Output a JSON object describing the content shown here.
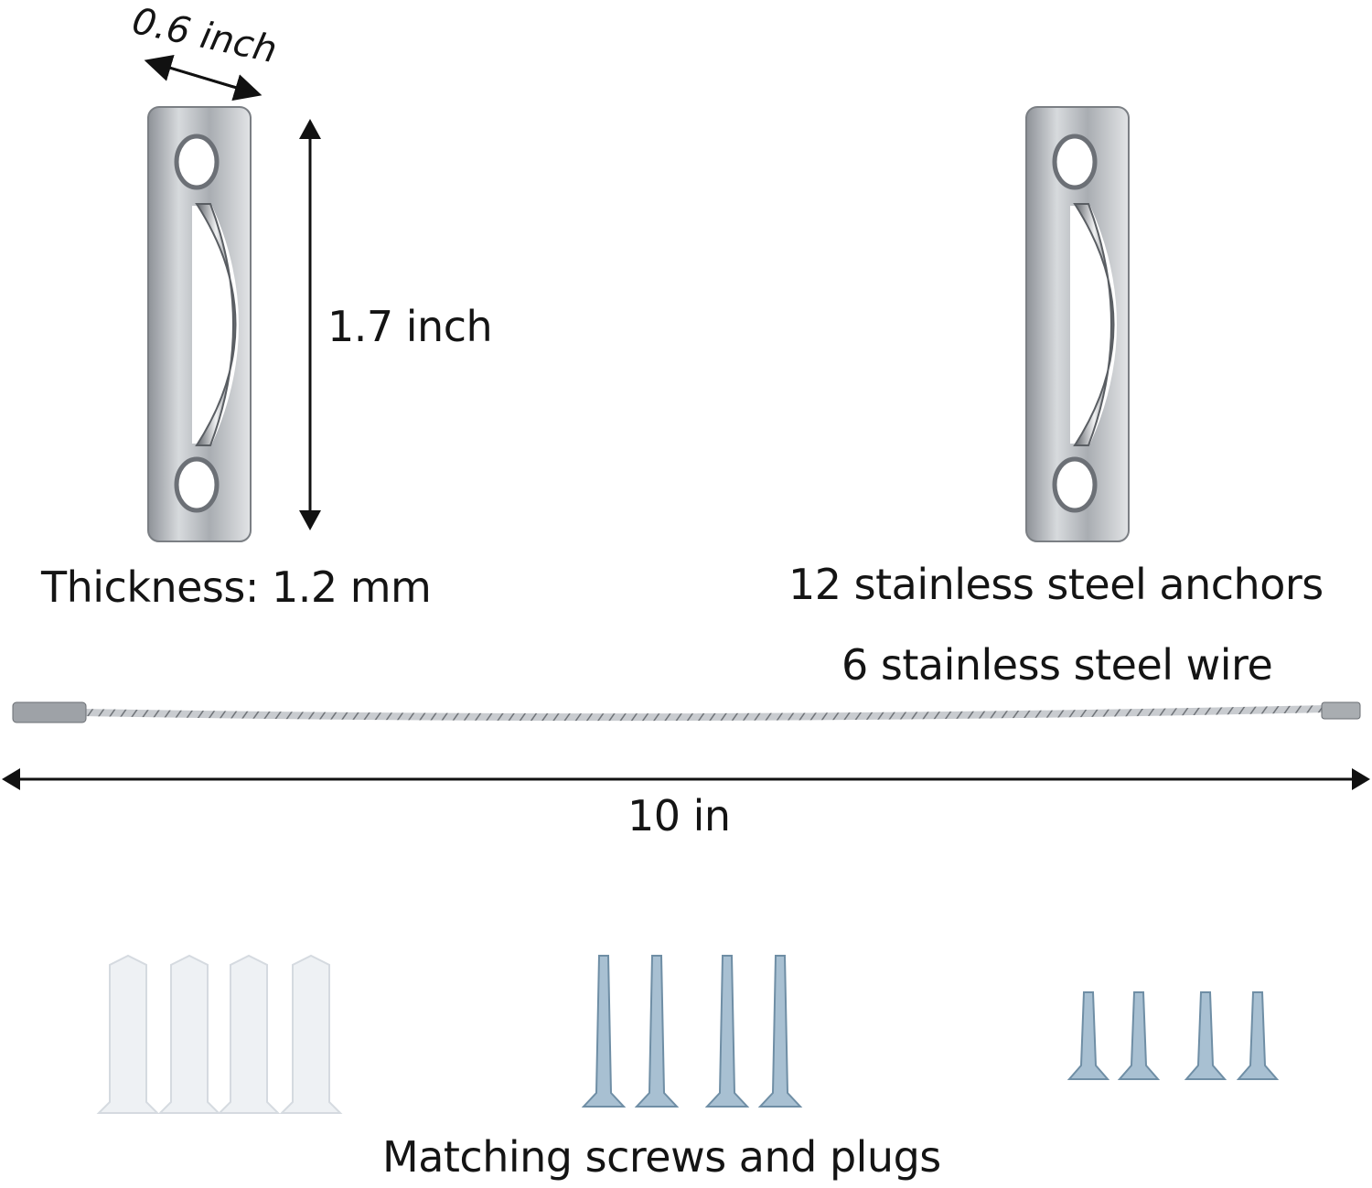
{
  "annotations": {
    "width_label": "0.6 inch",
    "height_label": "1.7 inch",
    "thickness_label": "Thickness: 1.2 mm",
    "anchors_label": "12 stainless steel anchors",
    "wire_label": "6 stainless steel wire",
    "wire_length_label": "10 in",
    "hardware_label": "Matching screws and plugs"
  },
  "items": {
    "anchors": {
      "count_shown": 2,
      "material": "stainless steel"
    },
    "wire": {
      "count_shown": 1
    },
    "plugs": {
      "count_shown": 4
    },
    "long_screws": {
      "count_shown": 4
    },
    "short_screws": {
      "count_shown": 4
    }
  },
  "colors": {
    "background": "#ffffff",
    "text": "#141414",
    "steel": "#b8bcc2",
    "plug": "#eef1f4",
    "screw": "#9fb8cc"
  }
}
